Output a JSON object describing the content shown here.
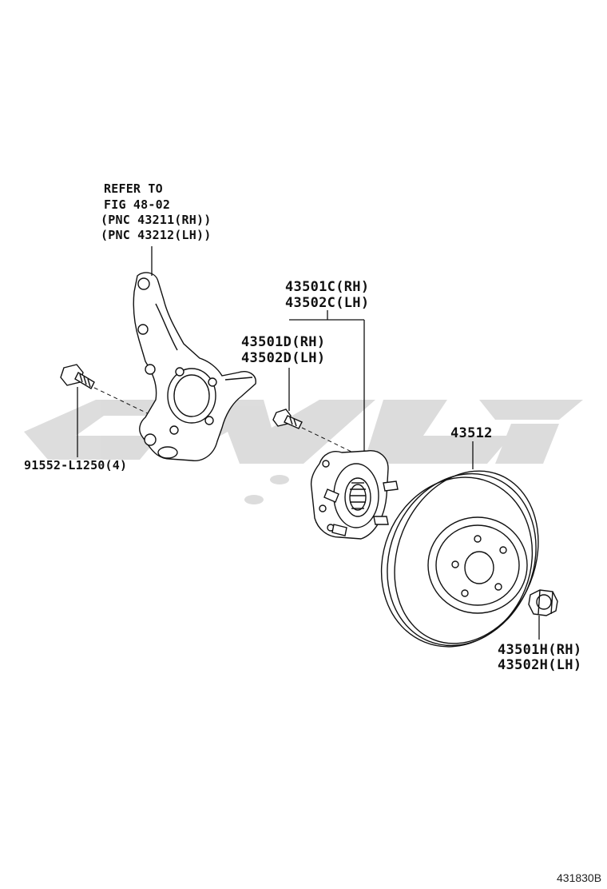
{
  "diagram": {
    "refer_note": {
      "line1": "REFER TO",
      "line2": "FIG 48-02",
      "line3": "(PNC 43211(RH))",
      "line4": "(PNC 43212(LH))"
    },
    "parts": [
      {
        "name": "knuckle-bolt",
        "label": "91552-L1250(4)"
      },
      {
        "name": "hub-assembly",
        "rh": "43501C(RH)",
        "lh": "43502C(LH)"
      },
      {
        "name": "hub-bolt",
        "rh": "43501D(RH)",
        "lh": "43502D(LH)"
      },
      {
        "name": "brake-disc",
        "label": "43512"
      },
      {
        "name": "hub-nut",
        "rh": "43501H(RH)",
        "lh": "43502H(LH)"
      }
    ],
    "figure_number": "431830B",
    "watermark_color": "#d8d8d8",
    "line_color": "#111111"
  }
}
